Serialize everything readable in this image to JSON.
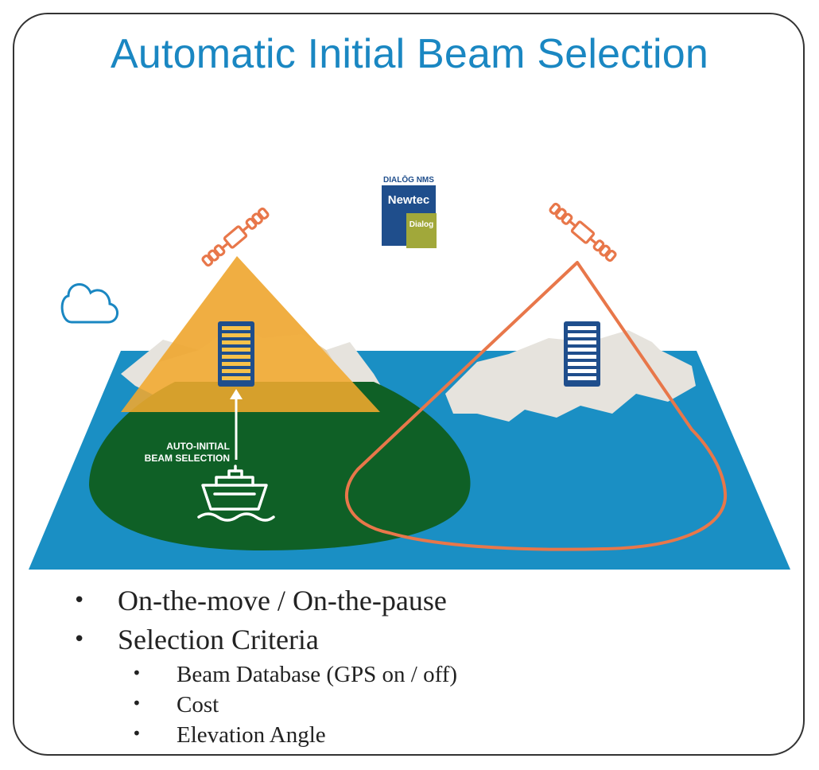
{
  "title": "Automatic Initial Beam Selection",
  "logo": {
    "top_label": "DIALŌG NMS",
    "brand": "Newtec",
    "sub_brand": "Dialog"
  },
  "annotation": {
    "line1": "AUTO-INITIAL",
    "line2": "BEAM SELECTION"
  },
  "icons": [
    "cloud-icon",
    "satellite-icon",
    "server-rack-icon",
    "ship-icon"
  ],
  "colors": {
    "title": "#1a87c2",
    "sea": "#1a8fc4",
    "land": "#e6e3dd",
    "beam_active": "#f2a92e",
    "footprint_active": "#0f6026",
    "beam_outline": "#e8774a",
    "server": "#1f4e8c"
  },
  "bullets": [
    {
      "text": "On-the-move / On-the-pause",
      "children": []
    },
    {
      "text": "Selection Criteria",
      "children": [
        "Beam Database (GPS on / off)",
        "Cost",
        "Elevation Angle"
      ]
    }
  ]
}
